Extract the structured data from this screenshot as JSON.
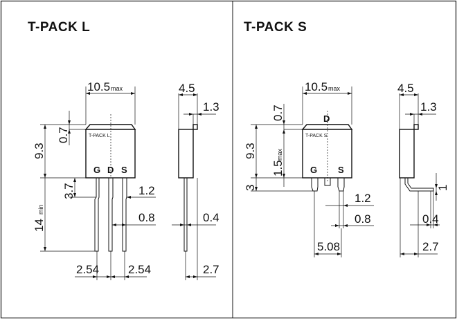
{
  "panels": {
    "left": {
      "title": "T-PACK  L",
      "marking": "T-PACK L",
      "dims": {
        "width": "10.5",
        "width_suffix": "max",
        "body_height": "9.3",
        "tab": "0.7",
        "lead_shoulder": "3.7",
        "lead_length": "14",
        "lead_length_suffix": "min",
        "pin_pitch_left": "2.54",
        "pin_pitch_right": "2.54",
        "lead_width_wide": "1.2",
        "lead_width": "0.8",
        "side_width": "4.5",
        "side_tab": "1.3",
        "side_lead": "0.4",
        "side_offset": "2.7"
      },
      "pins": [
        "G",
        "D",
        "S"
      ]
    },
    "right": {
      "title": "T-PACK  S",
      "marking": "T-PACK S",
      "drain_label": "D",
      "dims": {
        "width": "10.5",
        "width_suffix": "max",
        "body_height": "9.3",
        "tab": "0.7",
        "inner": "1.5",
        "inner_suffix": "max",
        "lead_short": "3",
        "lead_pitch": "5.08",
        "lead_width_wide": "1.2",
        "lead_width": "0.8",
        "side_width": "4.5",
        "side_tab": "1.3",
        "side_bend": "1",
        "side_lead": "0.4",
        "side_offset": "2.7"
      },
      "pins": [
        "G",
        "S"
      ]
    }
  }
}
